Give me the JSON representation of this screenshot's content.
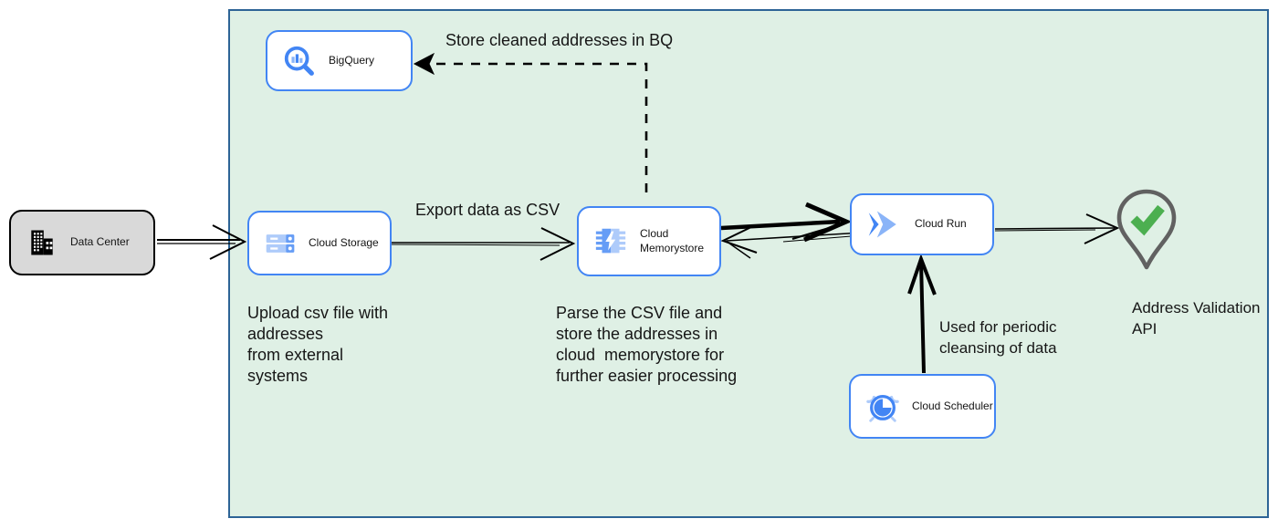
{
  "nodes": {
    "data_center": {
      "label": "Data Center",
      "icon": "building-icon"
    },
    "bigquery": {
      "label": "BigQuery",
      "icon": "bigquery-icon"
    },
    "cloud_storage": {
      "label": "Cloud Storage",
      "icon": "cloud-storage-icon"
    },
    "cloud_memorystore": {
      "label": "Cloud\nMemorystore",
      "icon": "cloud-memorystore-icon"
    },
    "cloud_run": {
      "label": "Cloud Run",
      "icon": "cloud-run-icon"
    },
    "cloud_scheduler": {
      "label": "Cloud Scheduler",
      "icon": "cloud-scheduler-icon"
    },
    "address_validation": {
      "label": "Address Validation\nAPI",
      "icon": "map-pin-check-icon"
    }
  },
  "annotations": {
    "store_cleaned": "Store cleaned addresses in BQ",
    "export_csv": "Export data as CSV",
    "upload_csv": "Upload csv file with\naddresses\nfrom external\nsystems",
    "parse_csv": "Parse the CSV file and\nstore the addresses in\ncloud  memorystore for\nfurther easier processing",
    "periodic_cleansing": "Used for periodic\ncleansing of data"
  },
  "colors": {
    "container_fill": "#dff0e5",
    "container_border": "#2d6496",
    "node_border": "#4285f4",
    "node_fill": "#ffffff",
    "data_center_fill": "#d9d9d9",
    "data_center_border": "#000000",
    "icon_blue": "#4285f4",
    "icon_blue_mid": "#669df6",
    "icon_blue_light": "#aecbfa",
    "check_green": "#4caf50",
    "pin_outline": "#616161",
    "arrow_color": "#000000"
  }
}
